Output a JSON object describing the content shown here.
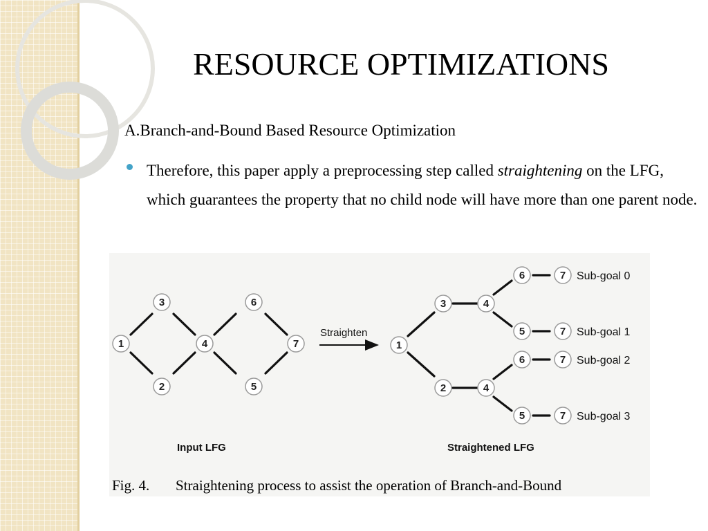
{
  "slide": {
    "title": "RESOURCE OPTIMIZATIONS",
    "subheading": "A.Branch-and-Bound Based Resource Optimization",
    "bullet": {
      "before": "Therefore, this paper apply a preprocessing step called ",
      "emphasis": "straightening",
      "after": " on the LFG, which guarantees the property that no child node will have more than one parent node."
    }
  },
  "figure": {
    "input_graph": {
      "label": "Input LFG",
      "nodes": [
        "1",
        "2",
        "3",
        "4",
        "5",
        "6",
        "7"
      ],
      "edges": [
        [
          "1",
          "3"
        ],
        [
          "1",
          "2"
        ],
        [
          "3",
          "4"
        ],
        [
          "2",
          "4"
        ],
        [
          "4",
          "6"
        ],
        [
          "4",
          "5"
        ],
        [
          "6",
          "7"
        ],
        [
          "5",
          "7"
        ]
      ]
    },
    "arrow_label": "Straighten",
    "straightened_graph": {
      "label": "Straightened LFG",
      "nodes": [
        "1",
        "3",
        "4",
        "6",
        "7",
        "5",
        "7",
        "2",
        "4",
        "6",
        "7",
        "5",
        "7"
      ],
      "subgoals": [
        "Sub-goal 0",
        "Sub-goal 1",
        "Sub-goal 2",
        "Sub-goal 3"
      ]
    },
    "caption_number": "Fig. 4.",
    "caption_text": "Straightening process to assist the operation of Branch-and-Bound"
  },
  "colors": {
    "sidebar": "#f1e4c3",
    "bullet": "#43a3c8",
    "rings": "#e0e0dc"
  }
}
